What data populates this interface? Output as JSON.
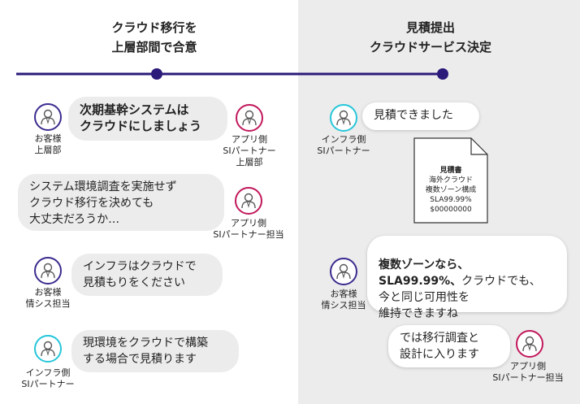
{
  "phases": [
    {
      "title": "クラウド移行を\n上層部間で合意"
    },
    {
      "title": "見積提出\nクラウドサービス決定"
    }
  ],
  "colors": {
    "timeline": "#2b1a7a",
    "customer": "#3b2b8e",
    "partner": "#c2185b",
    "infra": "#26c6da",
    "panel": "#ececec"
  },
  "left": {
    "messages": [
      {
        "text": "次期基幹システムは\nクラウドにしましょう"
      },
      {
        "text": "システム環境調査を実施せず\nクラウド移行を決めても\n大丈夫だろうか…"
      },
      {
        "text": "インフラはクラウドで\n見積もりをください"
      },
      {
        "text": "現環境をクラウドで構築\nする場合で見積ります"
      }
    ],
    "people": [
      {
        "label": "お客様\n上層部",
        "icon": "customer-icon"
      },
      {
        "label": "アプリ側\nSIパートナー\n上層部",
        "icon": "partner-icon"
      },
      {
        "label": "アプリ側\nSIパートナー担当",
        "icon": "partner-icon"
      },
      {
        "label": "お客様\n情シス担当",
        "icon": "customer-icon"
      },
      {
        "label": "インフラ側\nSIパートナー",
        "icon": "infra-icon"
      }
    ]
  },
  "right": {
    "messages": [
      {
        "text": "見積できました"
      },
      {
        "text": "複数ゾーンなら、\nSLA99.99%、クラウドでも、\n今と同じ可用性を\n維持できますね"
      },
      {
        "text": "では移行調査と\n設計に入ります"
      }
    ],
    "people": [
      {
        "label": "インフラ側\nSIパートナー",
        "icon": "infra-icon"
      },
      {
        "label": "お客様\n情シス担当",
        "icon": "customer-icon"
      },
      {
        "label": "アプリ側\nSIパートナー担当",
        "icon": "partner-icon"
      }
    ],
    "document": {
      "title": "見積書",
      "lines": [
        "海外クラウド",
        "複数ゾーン構成",
        "SLA99.99%",
        "$00000000"
      ]
    }
  }
}
